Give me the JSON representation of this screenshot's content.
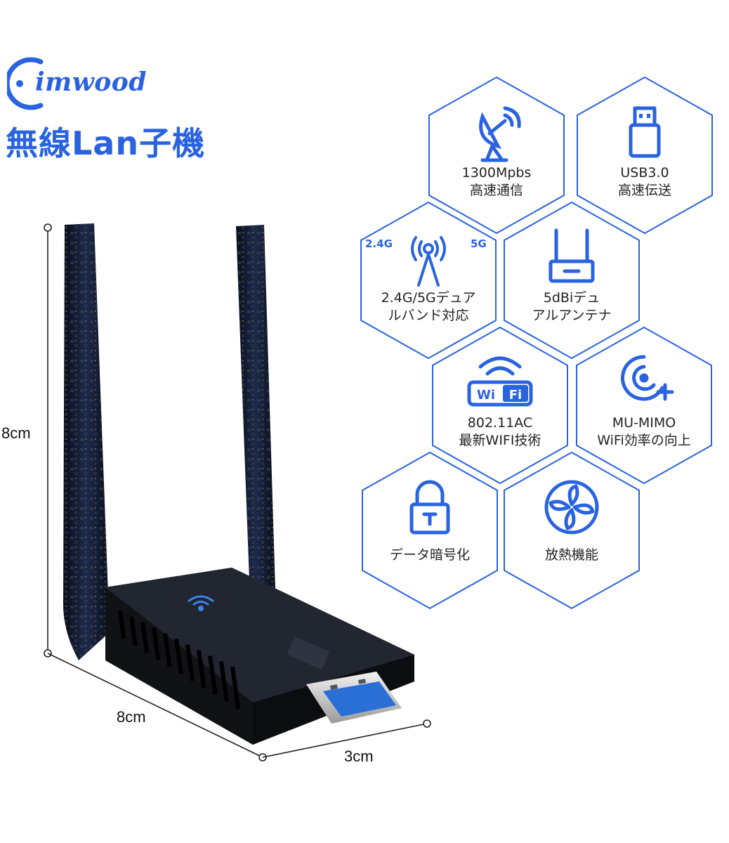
{
  "brand": {
    "name": "imwood",
    "color": "#2a63e0"
  },
  "headline": "無線Lan子機",
  "dimensions": {
    "height": "8cm",
    "length": "8cm",
    "width": "3cm"
  },
  "features": [
    {
      "icon": "satellite-dish-icon",
      "line1": "1300Mpbs",
      "line2": "高速通信"
    },
    {
      "icon": "usb-plug-icon",
      "line1": "USB3.0",
      "line2": "高速伝送"
    },
    {
      "icon": "dual-band-antenna-icon",
      "line1": "2.4G/5Gデュア",
      "line2": "ルバンド対応",
      "band_left": "2.4G",
      "band_right": "5G"
    },
    {
      "icon": "router-antenna-icon",
      "line1": "5dBiデュ",
      "line2": "アルアンテナ"
    },
    {
      "icon": "wifi-badge-icon",
      "line1": "802.11AC",
      "line2": "最新WIFI技術",
      "badge_left": "Wi",
      "badge_right": "Fi"
    },
    {
      "icon": "mu-mimo-icon",
      "line1": "MU-MIMO",
      "line2": "WiFi効率の向上"
    },
    {
      "icon": "padlock-icon",
      "line1": "データ暗号化",
      "line2": ""
    },
    {
      "icon": "fan-icon",
      "line1": "放熱機能",
      "line2": ""
    }
  ],
  "accent_color": "#2a63e0",
  "hex_border_color": "#2a63e0"
}
